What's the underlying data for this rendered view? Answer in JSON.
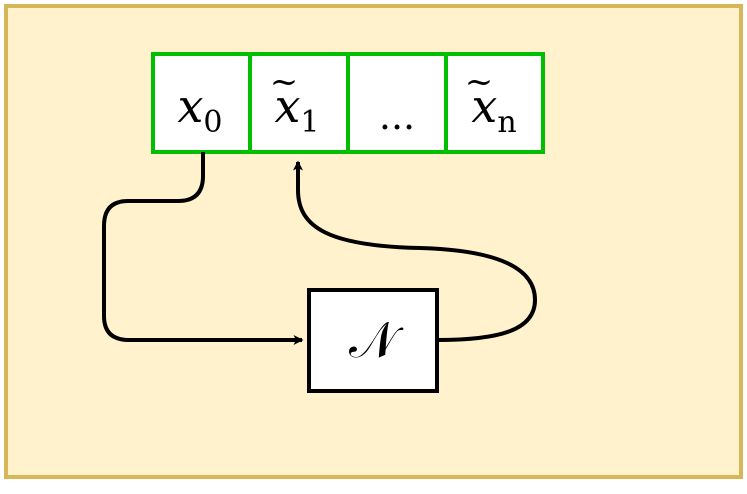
{
  "diagram": {
    "colors": {
      "panel_fill": "#fff2cc",
      "panel_border": "#d6b656",
      "cell_border": "#00bf00",
      "cell_fill": "#ffffff",
      "node_border": "#000000",
      "arrow": "#000000"
    },
    "sequence": [
      {
        "base": "x",
        "tilde": false,
        "sub": "0"
      },
      {
        "base": "x",
        "tilde": true,
        "sub": "1"
      },
      {
        "ellipsis": "..."
      },
      {
        "base": "x",
        "tilde": true,
        "sub": "n"
      }
    ],
    "node": {
      "label": "𝒩"
    }
  }
}
